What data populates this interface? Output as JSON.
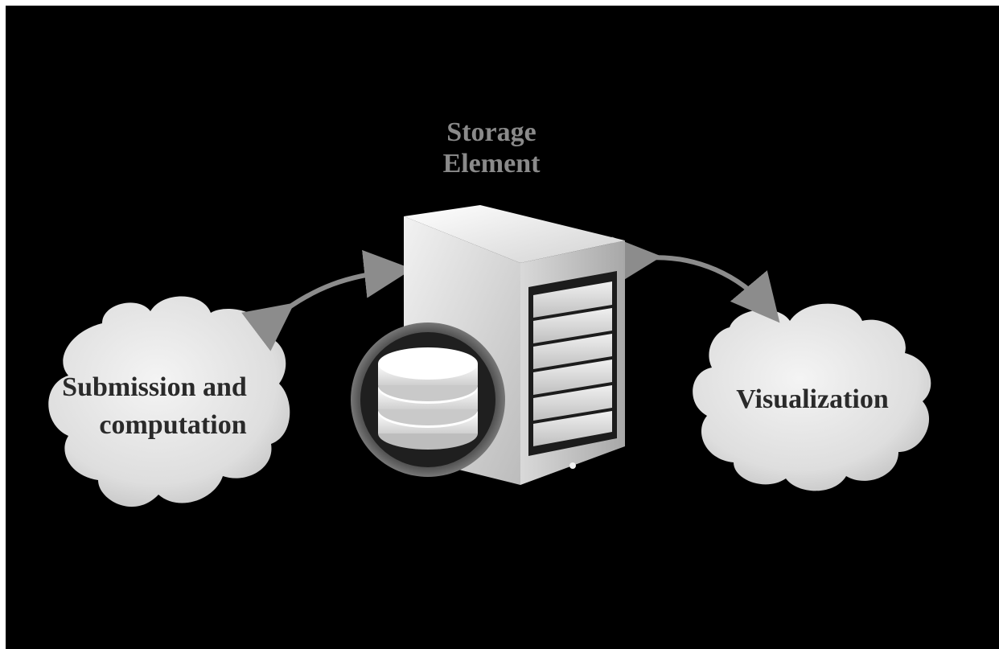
{
  "storage": {
    "title_line1": "Storage",
    "title_line2": "Element"
  },
  "left_cloud": {
    "line1": "Submission and",
    "line2": "computation"
  },
  "right_cloud": {
    "label": "Visualization"
  },
  "icons": [
    "server-icon",
    "database-icon",
    "cloud-icon",
    "double-arrow-icon"
  ],
  "colors": {
    "background": "#000000",
    "cloud_fill": "#e4e4e4",
    "title_text": "#8a8a8a",
    "cloud_text": "#2a2a2a",
    "arrow": "#8c8c8c"
  }
}
